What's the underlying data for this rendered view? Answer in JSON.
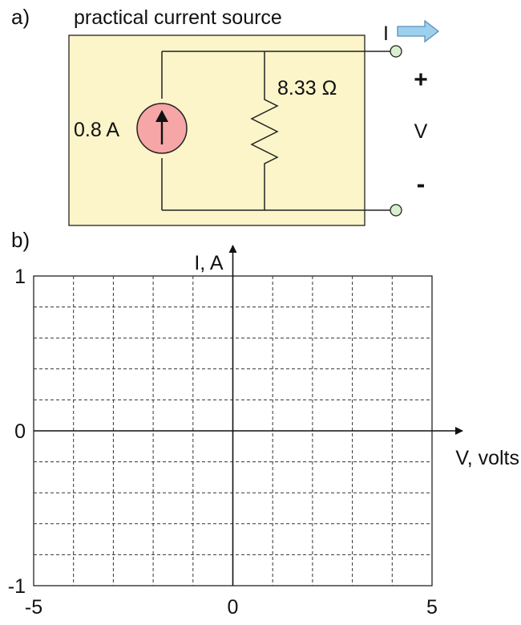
{
  "part_a": {
    "label": "a)",
    "box_title": "practical current source",
    "source_label": "0.8 A",
    "resistor_label": "8.33 Ω",
    "current_label": "I",
    "plus_label": "+",
    "voltage_label": "V",
    "minus_label": "-"
  },
  "part_b": {
    "label": "b)"
  },
  "colors": {
    "box_fill": "#fbf5c9",
    "source_fill": "#f6a6a6",
    "terminal_fill": "#d8f0d0",
    "arrow_fill": "#9dd0ec",
    "arrow_stroke": "#5b8fb8"
  },
  "chart_data": {
    "type": "scatter",
    "xlabel": "V, volts",
    "ylabel": "I, A",
    "xlim": [
      -5,
      5
    ],
    "ylim": [
      -1,
      1
    ],
    "x_ticks": [
      -5,
      0,
      5
    ],
    "y_ticks": [
      -1,
      0,
      1
    ],
    "grid": true,
    "grid_x_divisions": 10,
    "grid_y_divisions": 10,
    "series": []
  }
}
